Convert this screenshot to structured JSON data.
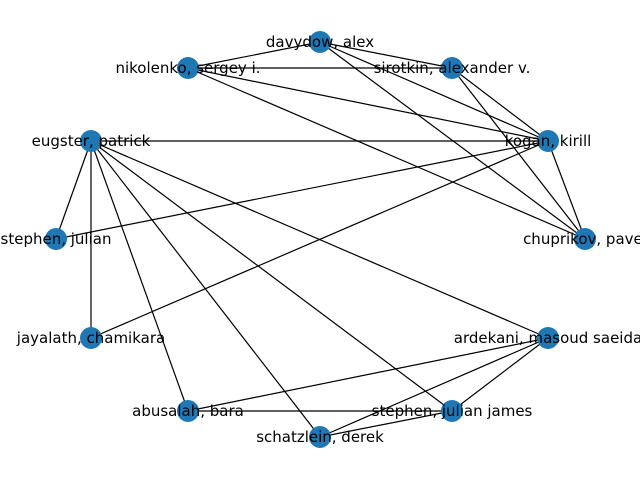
{
  "graph": {
    "type": "network",
    "node_color": "#1f77b4",
    "edge_color": "#000000",
    "nodes": [
      {
        "id": "davydow",
        "label": "davydow, alex"
      },
      {
        "id": "sirotkin",
        "label": "sirotkin, alexander v."
      },
      {
        "id": "kogan",
        "label": "kogan, kirill"
      },
      {
        "id": "chuprikov",
        "label": "chuprikov, pavel"
      },
      {
        "id": "ardekani",
        "label": "ardekani, masoud saeida"
      },
      {
        "id": "stephen_jj",
        "label": "stephen, julian james"
      },
      {
        "id": "schatzlein",
        "label": "schatzlein, derek"
      },
      {
        "id": "abusalah",
        "label": "abusalah, bara"
      },
      {
        "id": "jayalath",
        "label": "jayalath, chamikara"
      },
      {
        "id": "stephen_j",
        "label": "stephen, julian"
      },
      {
        "id": "eugster",
        "label": "eugster, patrick"
      },
      {
        "id": "nikolenko",
        "label": "nikolenko, sergey i."
      }
    ],
    "edges": [
      [
        "davydow",
        "nikolenko"
      ],
      [
        "davydow",
        "sirotkin"
      ],
      [
        "davydow",
        "kogan"
      ],
      [
        "davydow",
        "chuprikov"
      ],
      [
        "nikolenko",
        "sirotkin"
      ],
      [
        "nikolenko",
        "kogan"
      ],
      [
        "nikolenko",
        "chuprikov"
      ],
      [
        "sirotkin",
        "kogan"
      ],
      [
        "sirotkin",
        "chuprikov"
      ],
      [
        "kogan",
        "chuprikov"
      ],
      [
        "kogan",
        "eugster"
      ],
      [
        "kogan",
        "stephen_j"
      ],
      [
        "kogan",
        "jayalath"
      ],
      [
        "eugster",
        "stephen_j"
      ],
      [
        "eugster",
        "jayalath"
      ],
      [
        "eugster",
        "abusalah"
      ],
      [
        "eugster",
        "schatzlein"
      ],
      [
        "eugster",
        "stephen_jj"
      ],
      [
        "eugster",
        "ardekani"
      ],
      [
        "ardekani",
        "abusalah"
      ],
      [
        "ardekani",
        "stephen_jj"
      ],
      [
        "ardekani",
        "schatzlein"
      ],
      [
        "abusalah",
        "stephen_jj"
      ],
      [
        "schatzlein",
        "stephen_jj"
      ]
    ]
  }
}
